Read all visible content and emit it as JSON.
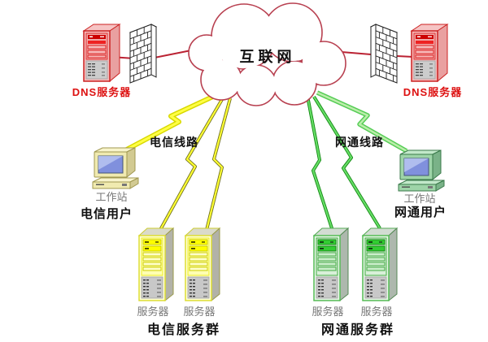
{
  "diagram": {
    "internet_cloud": {
      "label": "互联网",
      "outline_color": "#b84050"
    },
    "dns_left": {
      "label": "DNS服务器",
      "accent_color": "#dd1111"
    },
    "dns_right": {
      "label": "DNS服务器",
      "accent_color": "#dd1111"
    },
    "links": {
      "telecom_line": {
        "label": "电信线路",
        "color": "#ffff33"
      },
      "netcom_line": {
        "label": "网通线路",
        "color": "#44cc44"
      },
      "dns_link_color": "#bb2233"
    },
    "telecom_user": {
      "device": "工作站",
      "label": "电信用户"
    },
    "netcom_user": {
      "device": "工作站",
      "label": "网通用户"
    },
    "telecom_servers": {
      "items": [
        {
          "label": "服务器"
        },
        {
          "label": "服务器"
        }
      ],
      "group_label": "电信服务群",
      "accent_color": "#eeee00"
    },
    "netcom_servers": {
      "items": [
        {
          "label": "服务器"
        },
        {
          "label": "服务器"
        }
      ],
      "group_label": "网通服务群",
      "accent_color": "#44bb44"
    }
  }
}
